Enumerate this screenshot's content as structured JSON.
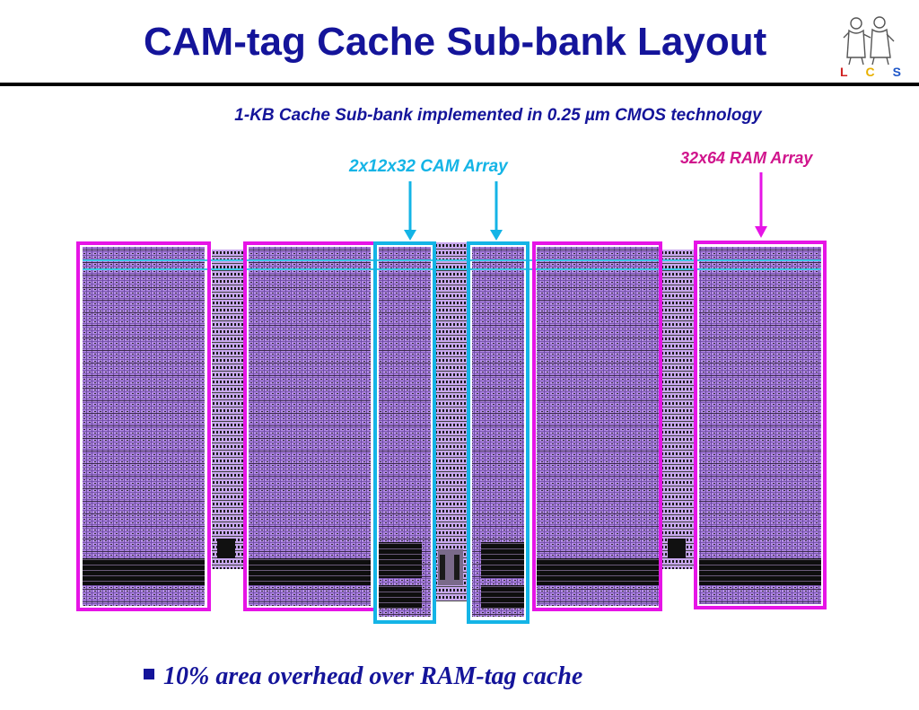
{
  "slide": {
    "title": "CAM-tag Cache Sub-bank Layout",
    "subtitle": "1-KB Cache Sub-bank implemented in 0.25 µm CMOS technology",
    "bullet": "10% area overhead over RAM-tag cache"
  },
  "logo": {
    "letters": [
      "L",
      "C",
      "S"
    ],
    "colors": [
      "#d02020",
      "#e8b000",
      "#1e56c8"
    ]
  },
  "annotations": {
    "cam_label": "2x12x32 CAM Array",
    "ram_label": "32x64 RAM Array"
  },
  "colors": {
    "title": "#14149a",
    "cam_highlight": "#14b4e6",
    "ram_highlight": "#e614e6",
    "ram_label": "#d0148c",
    "layout_fill": "#b48ce6"
  }
}
